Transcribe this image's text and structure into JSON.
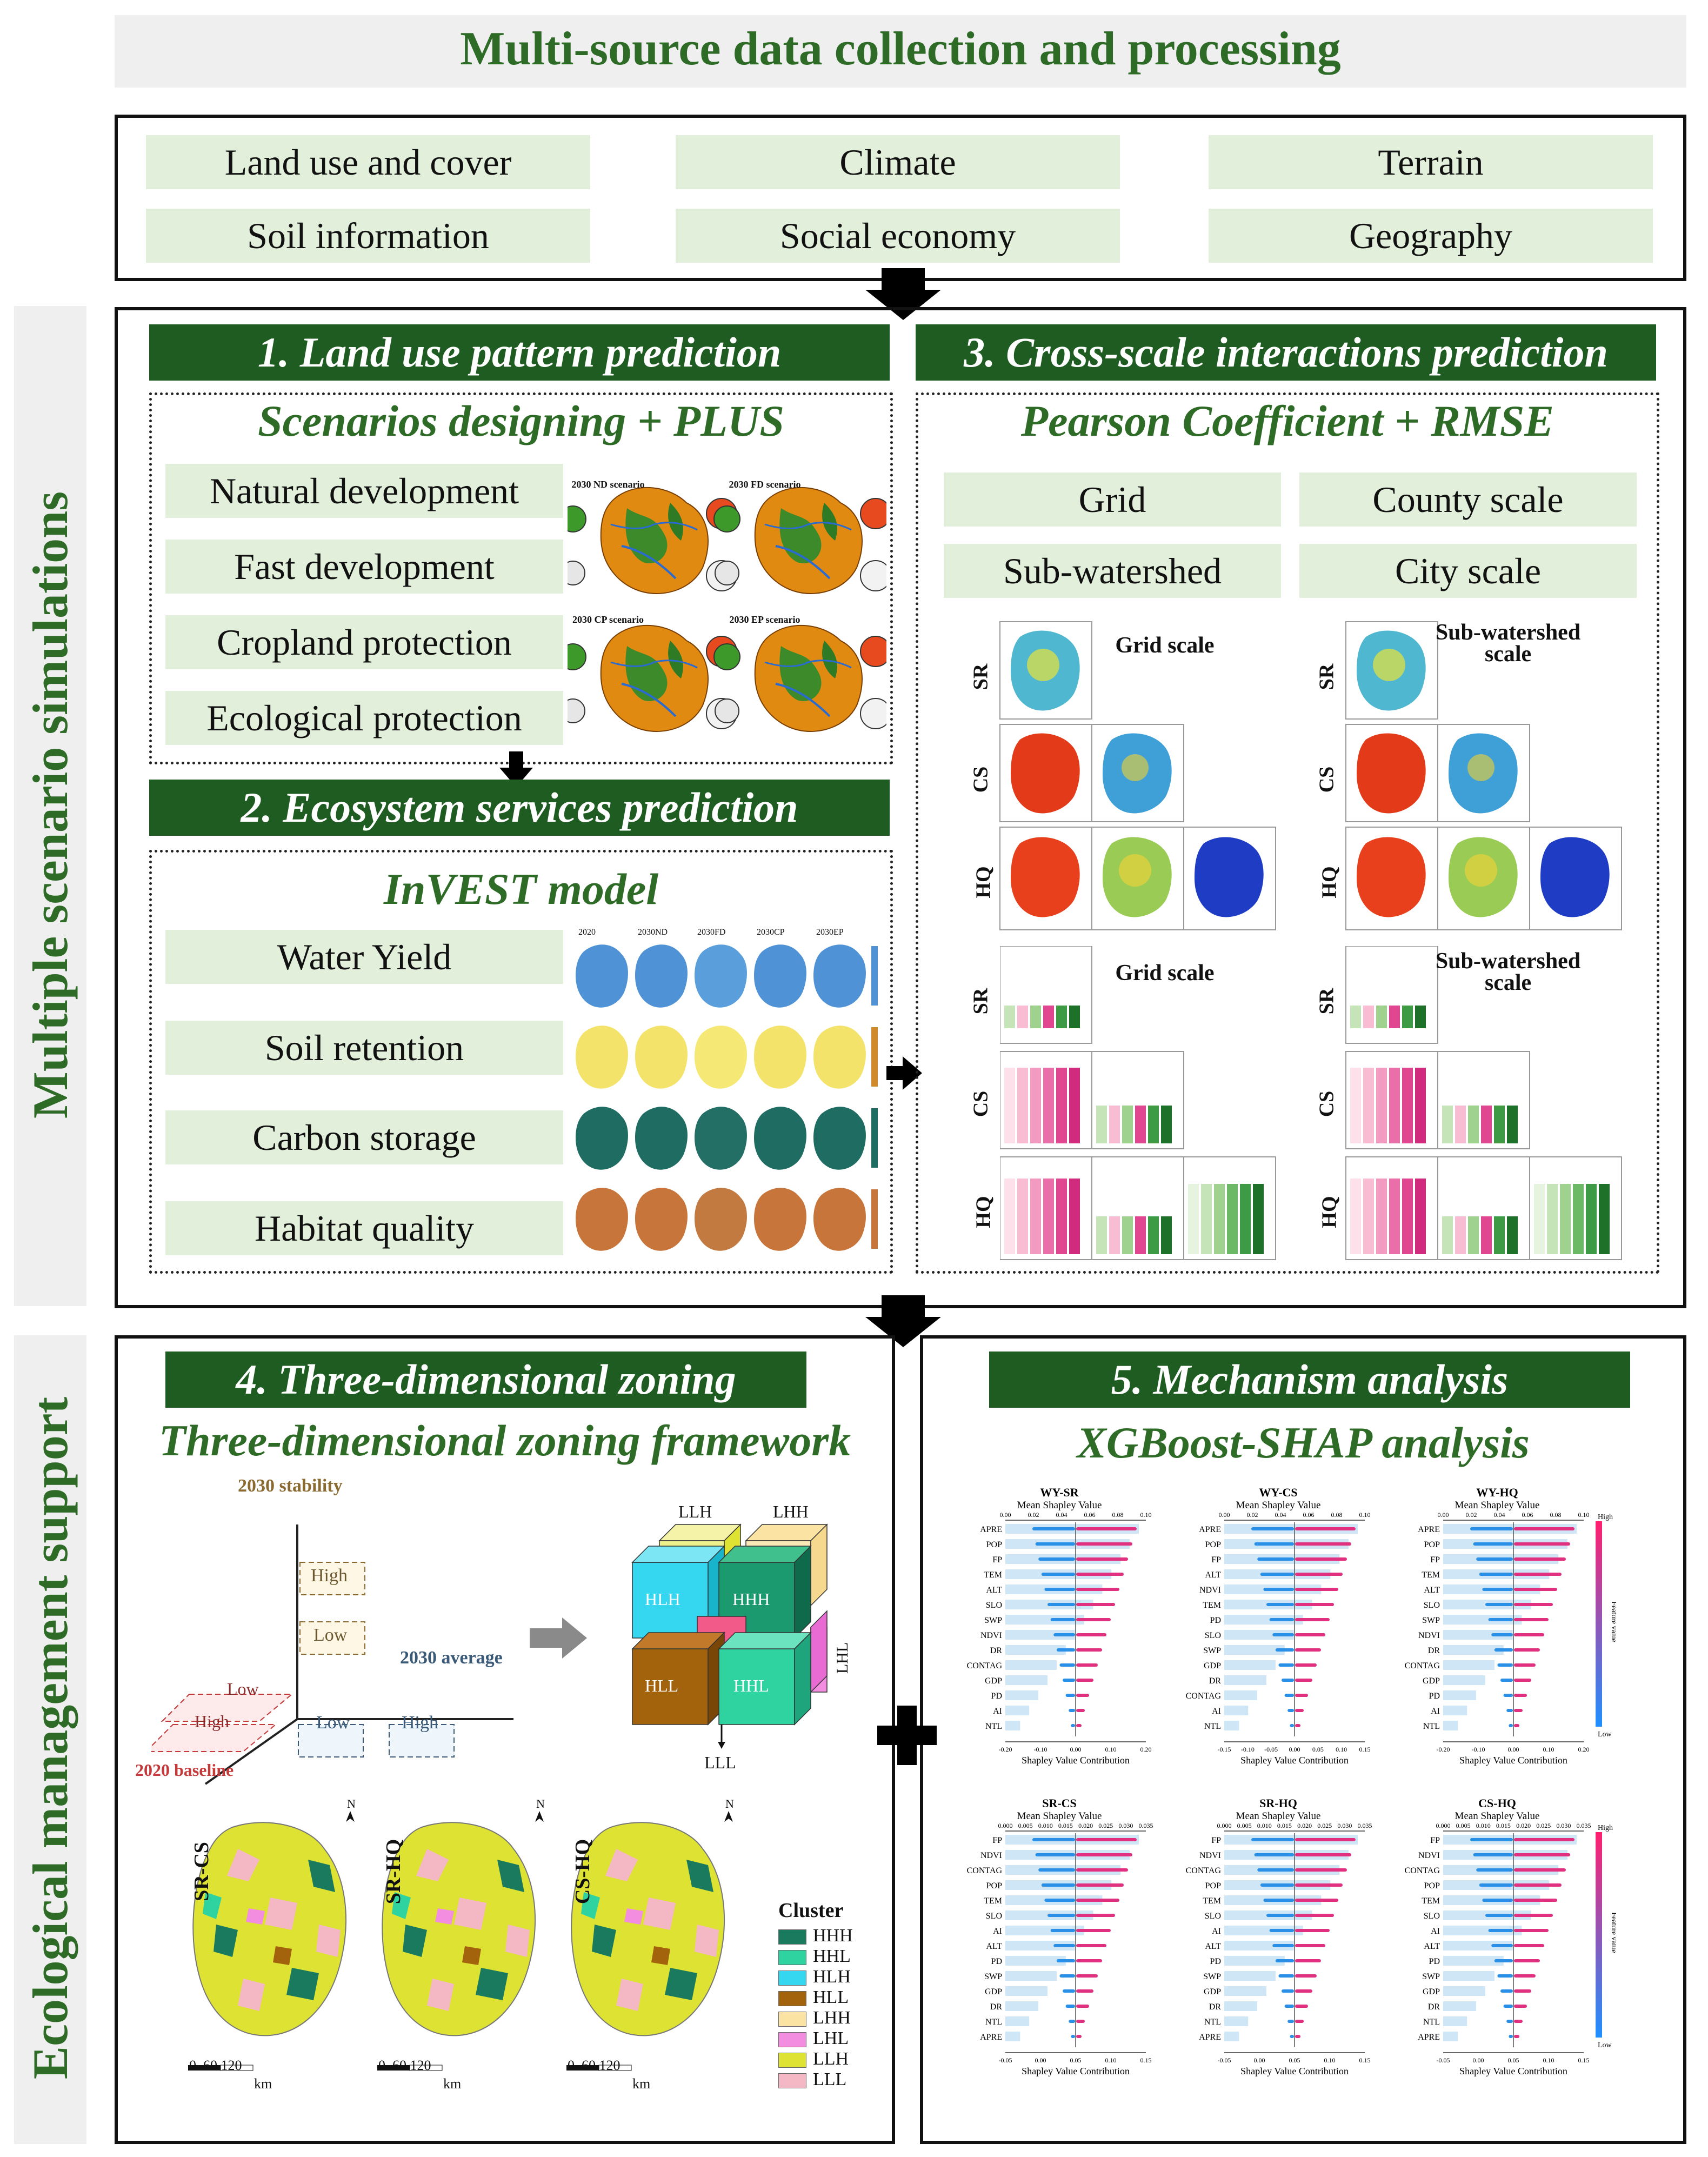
{
  "header": {
    "title": "Multi-source data collection and processing"
  },
  "data_sources": [
    "Land use and cover",
    "Climate",
    "Terrain",
    "Soil information",
    "Social economy",
    "Geography"
  ],
  "side_labels": {
    "top": "Multiple scenario simulations",
    "bottom": "Ecological management support"
  },
  "section1": {
    "title": "1. Land use pattern prediction",
    "subtitle": "Scenarios designing + PLUS",
    "scenarios": [
      "Natural development",
      "Fast development",
      "Cropland protection",
      "Ecological protection"
    ],
    "map_titles": [
      "2030 ND scenario",
      "2030 FD scenario",
      "2030 CP scenario",
      "2030 EP scenario"
    ]
  },
  "section2": {
    "title": "2. Ecosystem services prediction",
    "subtitle": "InVEST model",
    "services": [
      "Water Yield",
      "Soil retention",
      "Carbon storage",
      "Habitat quality"
    ],
    "col_titles": [
      "2020",
      "2030ND",
      "2030FD",
      "2030CP",
      "2030EP"
    ]
  },
  "section3": {
    "title": "3. Cross-scale interactions prediction",
    "subtitle": "Pearson Coefficient + RMSE",
    "scales": [
      "Grid",
      "County scale",
      "Sub-watershed",
      "City scale"
    ],
    "panel_titles": [
      "Grid scale",
      "Sub-watershed scale",
      "Grid scale",
      "Sub-watershed scale"
    ],
    "row_labels": [
      "SR",
      "CS",
      "HQ"
    ]
  },
  "section4": {
    "title": "4. Three-dimensional zoning",
    "subtitle": "Three-dimensional zoning framework",
    "axis_stability": "2030 stability",
    "axis_average": "2030 average",
    "axis_baseline": "2020 baseline",
    "level_high": "High",
    "level_low": "Low",
    "cube_labels": [
      "LLH",
      "LHH",
      "HLH",
      "HHH",
      "LHL",
      "HLL",
      "HHL",
      "LLL"
    ],
    "map_labels": [
      "SR-CS",
      "SR-HQ",
      "CS-HQ"
    ],
    "scalebar": {
      "ticks": [
        "0",
        "60",
        "120"
      ],
      "unit": "km"
    },
    "north": "N",
    "legend_title": "Cluster",
    "legend": [
      {
        "label": "HHH",
        "color": "#1a7a5e"
      },
      {
        "label": "HHL",
        "color": "#2fd3a0"
      },
      {
        "label": "HLH",
        "color": "#35d7f0"
      },
      {
        "label": "HLL",
        "color": "#a3620c"
      },
      {
        "label": "LHH",
        "color": "#fbe3a4"
      },
      {
        "label": "LHL",
        "color": "#f28de0"
      },
      {
        "label": "LLH",
        "color": "#dde233"
      },
      {
        "label": "LLL",
        "color": "#f3b8c4"
      }
    ]
  },
  "section5": {
    "title": "5. Mechanism analysis",
    "subtitle": "XGBoost-SHAP analysis",
    "mean_label": "Mean Shapley Value",
    "contrib_label": "Shapley Value Contribution",
    "feature_value": "Feature value",
    "high": "High",
    "low": "Low",
    "plots": [
      {
        "title": "WY-SR",
        "features": [
          "APRE",
          "POP",
          "FP",
          "TEM",
          "ALT",
          "SLO",
          "SWP",
          "NDVI",
          "DR",
          "CONTAG",
          "GDP",
          "PD",
          "AI",
          "NTL"
        ],
        "top_ticks": [
          "0.00",
          "0.02",
          "0.04",
          "0.06",
          "0.08",
          "0.10"
        ],
        "bottom_ticks": [
          "-0.20",
          "-0.10",
          "0.00",
          "0.10",
          "0.20"
        ]
      },
      {
        "title": "WY-CS",
        "features": [
          "APRE",
          "POP",
          "FP",
          "ALT",
          "NDVI",
          "TEM",
          "PD",
          "SLO",
          "SWP",
          "GDP",
          "DR",
          "CONTAG",
          "AI",
          "NTL"
        ],
        "top_ticks": [
          "0.00",
          "0.02",
          "0.04",
          "0.06",
          "0.08",
          "0.10"
        ],
        "bottom_ticks": [
          "-0.15",
          "-0.10",
          "-0.05",
          "0.00",
          "0.05",
          "0.10",
          "0.15"
        ]
      },
      {
        "title": "WY-HQ",
        "features": [
          "APRE",
          "POP",
          "FP",
          "TEM",
          "ALT",
          "SLO",
          "SWP",
          "NDVI",
          "DR",
          "CONTAG",
          "GDP",
          "PD",
          "AI",
          "NTL"
        ],
        "top_ticks": [
          "0.00",
          "0.02",
          "0.04",
          "0.06",
          "0.08",
          "0.10"
        ],
        "bottom_ticks": [
          "-0.20",
          "-0.10",
          "0.00",
          "0.10",
          "0.20"
        ]
      },
      {
        "title": "SR-CS",
        "features": [
          "FP",
          "NDVI",
          "CONTAG",
          "POP",
          "TEM",
          "SLO",
          "AI",
          "ALT",
          "PD",
          "SWP",
          "GDP",
          "DR",
          "NTL",
          "APRE"
        ],
        "top_ticks": [
          "0.000",
          "0.005",
          "0.010",
          "0.015",
          "0.020",
          "0.025",
          "0.030",
          "0.035"
        ],
        "bottom_ticks": [
          "-0.05",
          "0.00",
          "0.05",
          "0.10",
          "0.15"
        ]
      },
      {
        "title": "SR-HQ",
        "features": [
          "FP",
          "NDVI",
          "CONTAG",
          "POP",
          "TEM",
          "SLO",
          "AI",
          "ALT",
          "PD",
          "SWP",
          "GDP",
          "DR",
          "NTL",
          "APRE"
        ],
        "top_ticks": [
          "0.000",
          "0.005",
          "0.010",
          "0.015",
          "0.020",
          "0.025",
          "0.030",
          "0.035"
        ],
        "bottom_ticks": [
          "-0.05",
          "0.00",
          "0.05",
          "0.10",
          "0.15"
        ]
      },
      {
        "title": "CS-HQ",
        "features": [
          "FP",
          "NDVI",
          "CONTAG",
          "POP",
          "TEM",
          "SLO",
          "AI",
          "ALT",
          "PD",
          "SWP",
          "GDP",
          "DR",
          "NTL",
          "APRE"
        ],
        "top_ticks": [
          "0.000",
          "0.005",
          "0.010",
          "0.015",
          "0.020",
          "0.025",
          "0.030",
          "0.035"
        ],
        "bottom_ticks": [
          "-0.05",
          "0.00",
          "0.05",
          "0.10",
          "0.15"
        ]
      }
    ]
  }
}
